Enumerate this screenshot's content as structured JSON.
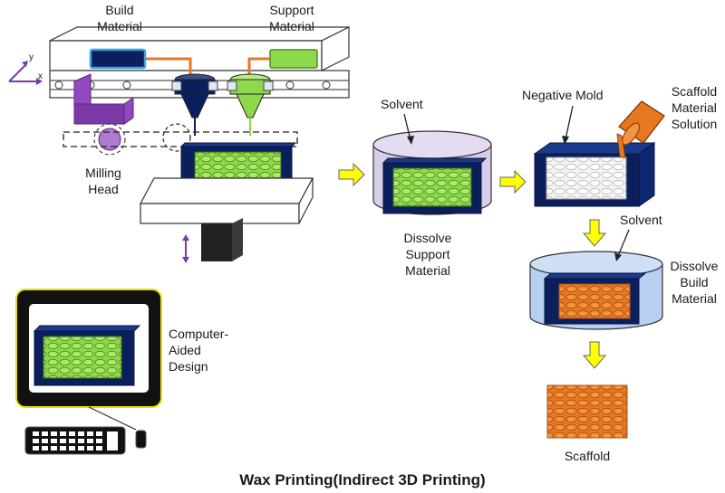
{
  "title": "Wax Printing(Indirect 3D Printing)",
  "axes": {
    "y": "y",
    "x": "x"
  },
  "labels": {
    "build_material": [
      "Build",
      "Material"
    ],
    "support_material": [
      "Support",
      "Material"
    ],
    "milling_head": [
      "Milling",
      "Head"
    ],
    "solvent_1": "Solvent",
    "negative_mold": "Negative Mold",
    "scaffold_solution": [
      "Scaffold",
      "Material",
      "Solution"
    ],
    "dissolve_support": [
      "Dissolve",
      "Support",
      "Material"
    ],
    "solvent_2": "Solvent",
    "dissolve_build": [
      "Dissolve",
      "Build",
      "Material"
    ],
    "cad": [
      "Computer-",
      "Aided",
      "Design"
    ],
    "scaffold": "Scaffold"
  },
  "colors": {
    "build": "#0a1f5c",
    "support": "#8ed84c",
    "mill": "#7b3aa8",
    "orange": "#e87722",
    "arrow": "#ffff00",
    "solvent_support": "#d8cdea",
    "solvent_build": "#b7cff0",
    "mold": "#f2f2f2"
  }
}
